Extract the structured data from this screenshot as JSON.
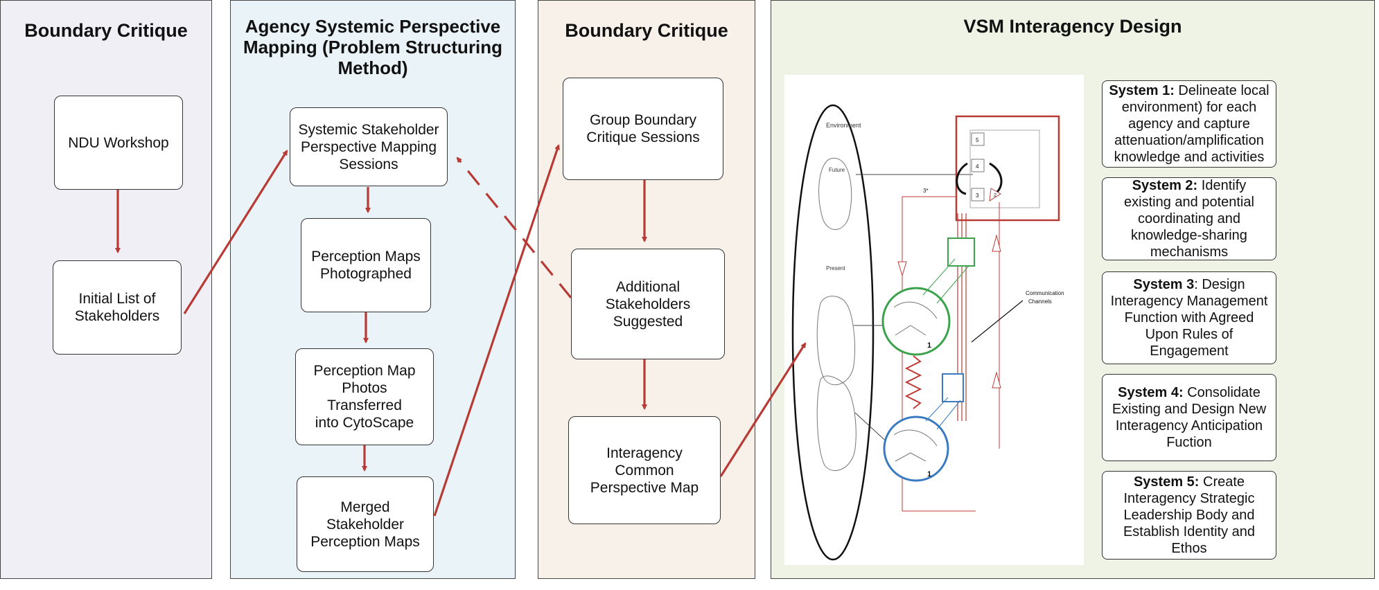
{
  "panels": {
    "p1_title": "Boundary Critique",
    "p2_title": "Agency Systemic Perspective Mapping  (Problem Structuring Method)",
    "p3_title": "Boundary Critique",
    "p4_title": "VSM Interagency Design"
  },
  "boxes": {
    "ndu": "NDU Workshop",
    "initial": "Initial List of\nStakeholders",
    "sessions": "Systemic Stakeholder\nPerspective Mapping\nSessions",
    "photographed": "Perception Maps\nPhotographed",
    "transferred": "Perception Map\nPhotos\nTransferred\ninto CytoScape",
    "merged": "Merged\nStakeholder\nPerception Maps",
    "group": "Group Boundary\nCritique Sessions",
    "additional": "Additional\nStakeholders\nSuggested",
    "common": "Interagency\nCommon\nPerspective Map"
  },
  "systems": [
    {
      "head": "System 1:",
      "body": "  Delineate local environment) for each agency and capture attenuation/amplification knowledge and activities"
    },
    {
      "head": "System 2:",
      "body": " Identify existing and potential coordinating and knowledge-sharing mechanisms"
    },
    {
      "head": "System 3",
      "body": ": Design Interagency Management Function with Agreed Upon Rules of Engagement"
    },
    {
      "head": "System 4:",
      "body": " Consolidate Existing and Design New Interagency Anticipation Fuction"
    },
    {
      "head": "System 5:",
      "body": " Create Interagency Strategic Leadership Body and Establish Identity and Ethos"
    }
  ],
  "vsm": {
    "environment": "Environment",
    "future": "Future",
    "present": "Present",
    "comm1": "Communication",
    "comm2": "Channels",
    "n5": "5",
    "n4": "4",
    "n3": "3",
    "n3star": "3*",
    "n2": "2",
    "op1": "1",
    "op2": "1"
  },
  "colors": {
    "arrow": "#b83a35",
    "green": "#3aa24a",
    "blue": "#3a7ac0",
    "red": "#c03a36"
  }
}
